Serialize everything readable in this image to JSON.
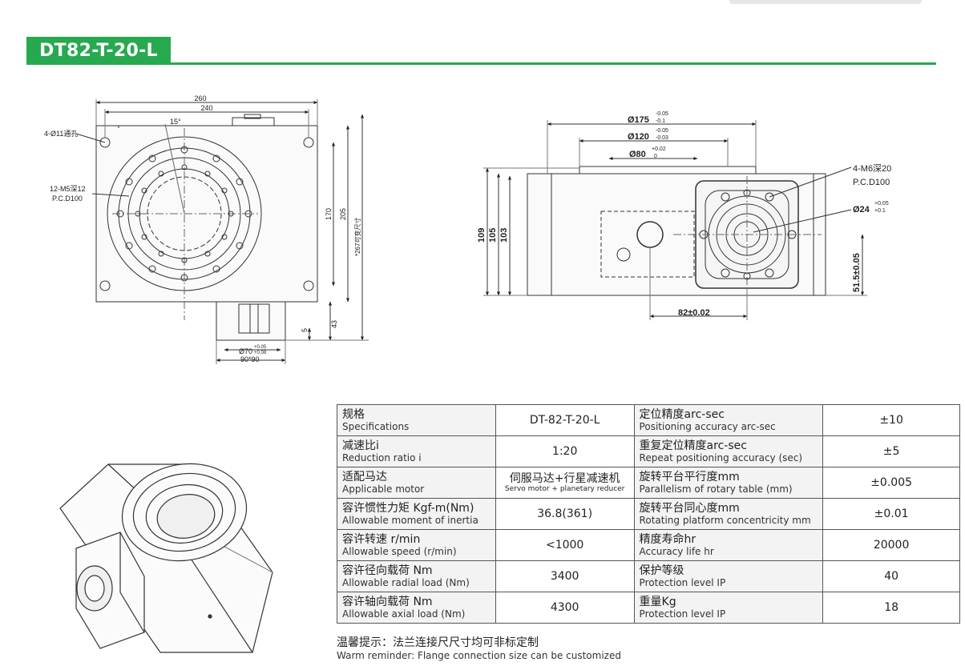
{
  "title": "DT82-T-20-L",
  "front_view": {
    "dim_260": "260",
    "dim_240": "240",
    "angle": "15°",
    "hole_callout": "4-Ø11通孔",
    "thread_callout_1": "12-M5深12",
    "thread_callout_2": "P.C.D100",
    "dim_170": "170",
    "dim_205": "205",
    "dim_267": "*267可变尺寸",
    "dim_5": "5",
    "dim_43": "43",
    "dim_70": "Ø70",
    "dim_70_tol_upper": "+0.05",
    "dim_70_tol_lower": "+0.08",
    "dim_90": "90*90"
  },
  "side_view": {
    "dim_175": "Ø175",
    "dim_175_tol_upper": "-0.05",
    "dim_175_tol_lower": "-0.1",
    "dim_120": "Ø120",
    "dim_120_tol_upper": "-0.05",
    "dim_120_tol_lower": "-0.03",
    "dim_80": "Ø80",
    "dim_80_tol_upper": "+0.02",
    "dim_80_tol_lower": "0",
    "thread_callout_1": "4-M6深20",
    "thread_callout_2": "P.C.D100",
    "dim_24": "Ø24",
    "dim_24_tol_upper": "+0.05",
    "dim_24_tol_lower": "+0.1",
    "dim_109": "109",
    "dim_105": "105",
    "dim_103": "103",
    "dim_51_5": "51.5±0.05",
    "dim_82": "82±0.02"
  },
  "specs_table": {
    "rows": [
      {
        "label_cn": "规格",
        "label_en": "Specifications",
        "value": "DT-82-T-20-L",
        "label2_cn": "定位精度arc-sec",
        "label2_en": "Positioning accuracy arc-sec",
        "value2": "±10"
      },
      {
        "label_cn": "减速比i",
        "label_en": "Reduction ratio i",
        "value": "1:20",
        "label2_cn": "重复定位精度arc-sec",
        "label2_en": "Repeat positioning accuracy (sec)",
        "value2": "±5"
      },
      {
        "label_cn": "适配马达",
        "label_en": "Applicable motor",
        "value": "伺服马达+行星减速机",
        "value_sub": "Servo motor + planetary reducer",
        "label2_cn": "旋转平台平行度mm",
        "label2_en": "Parallelism of rotary table (mm)",
        "value2": "±0.005"
      },
      {
        "label_cn": "容许惯性力矩 Kgf-m(Nm)",
        "label_en": "Allowable moment of inertia",
        "value": "36.8(361)",
        "label2_cn": "旋转平台同心度mm",
        "label2_en": "Rotating platform concentricity mm",
        "value2": "±0.01"
      },
      {
        "label_cn": "容许转速 r/min",
        "label_en": "Allowable speed (r/min)",
        "value": "<1000",
        "label2_cn": "精度寿命hr",
        "label2_en": "Accuracy life hr",
        "value2": "20000"
      },
      {
        "label_cn": "容许径向载荷 Nm",
        "label_en": "Allowable radial load (Nm)",
        "value": "3400",
        "label2_cn": "保护等级",
        "label2_en": "Protection level IP",
        "value2": "40"
      },
      {
        "label_cn": "容许轴向载荷 Nm",
        "label_en": "Allowable axial load (Nm)",
        "value": "4300",
        "label2_cn": "重量Kg",
        "label2_en": "Protection level IP",
        "value2": "18"
      }
    ]
  },
  "note_cn": "温馨提示：法兰连接尺尺寸均可非标定制",
  "note_en": "Warm reminder: Flange connection size can be customized"
}
